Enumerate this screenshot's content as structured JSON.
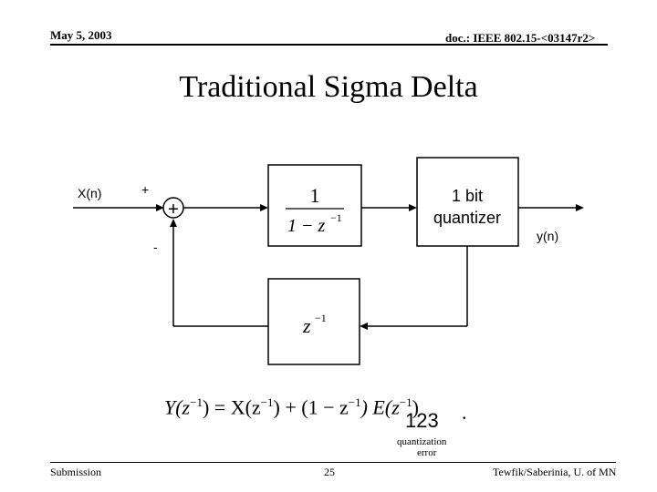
{
  "header": {
    "date": "May 5, 2003",
    "doc": "doc.: IEEE 802.15-<03147r2>"
  },
  "title": "Traditional Sigma Delta",
  "diagram": {
    "input_label": "X(n)",
    "output_label": "y(n)",
    "plus_sign": "+",
    "minus_sign": "-",
    "summer_symbol": "+",
    "integrator": {
      "numerator": "1",
      "denominator": "1 − z",
      "denominator_exp": "−1"
    },
    "quantizer": {
      "line1": "1 bit",
      "line2": "quantizer"
    },
    "delay": {
      "base": "z",
      "exp": "−1"
    }
  },
  "equation": {
    "lhs": "Y(z",
    "lhs_exp": "−1",
    "mid1": ") = X(z",
    "mid1_exp": "−1",
    "mid2": ") + (1 − z",
    "mid2_exp": "−1",
    "mid3": ") E(z",
    "mid3_exp": "−1",
    "end": ")",
    "numbering": "123",
    "trailing_dot": ".",
    "under_label_1": "quantization",
    "under_label_2": "error"
  },
  "footer": {
    "left": "Submission",
    "page": "25",
    "right": "Tewfik/Saberinia, U. of MN"
  }
}
